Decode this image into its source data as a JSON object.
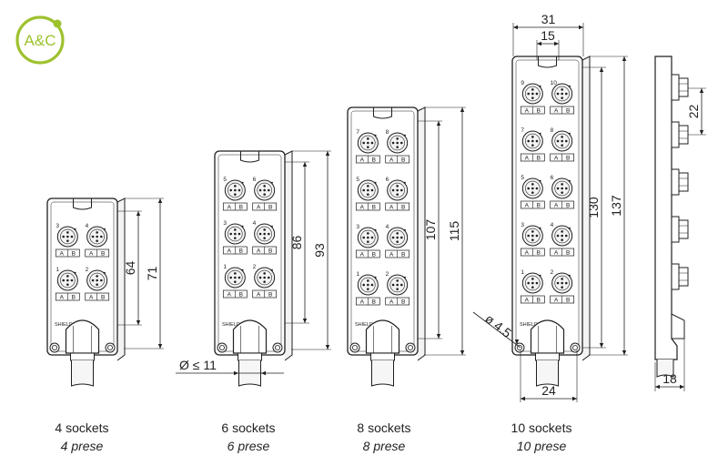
{
  "logo": {
    "text": "A&C",
    "color": "#9dc22c"
  },
  "colors": {
    "line": "#1f1f1f",
    "fill": "#ffffff",
    "hatch": "#cfcfcf"
  },
  "variants": [
    {
      "caption": "4 sockets",
      "caption_it": "4 prese",
      "socket_labels": [
        "3",
        "4",
        "1",
        "2"
      ],
      "dims": [
        "64",
        "71"
      ]
    },
    {
      "caption": "6 sockets",
      "caption_it": "6 prese",
      "socket_labels": [
        "5",
        "6",
        "3",
        "4",
        "1",
        "2"
      ],
      "dims": [
        "86",
        "93"
      ],
      "cable_dim": "Ø ≤ 11"
    },
    {
      "caption": "8 sockets",
      "caption_it": "8 prese",
      "socket_labels": [
        "7",
        "8",
        "5",
        "6",
        "3",
        "4",
        "1",
        "2"
      ],
      "dims": [
        "107",
        "115"
      ]
    },
    {
      "caption": "10 sockets",
      "caption_it": "10 prese",
      "socket_labels": [
        "9",
        "10",
        "7",
        "8",
        "5",
        "6",
        "3",
        "4",
        "1",
        "2"
      ],
      "dims": [
        "130",
        "137"
      ],
      "top_dims": [
        "31",
        "15"
      ],
      "hole_dim": "ø 4.5",
      "bottom_dim": "24"
    }
  ],
  "side_view": {
    "dims": [
      "22",
      "18"
    ]
  },
  "ab_labels": [
    "A",
    "B"
  ],
  "shield_label": "SHIELD"
}
